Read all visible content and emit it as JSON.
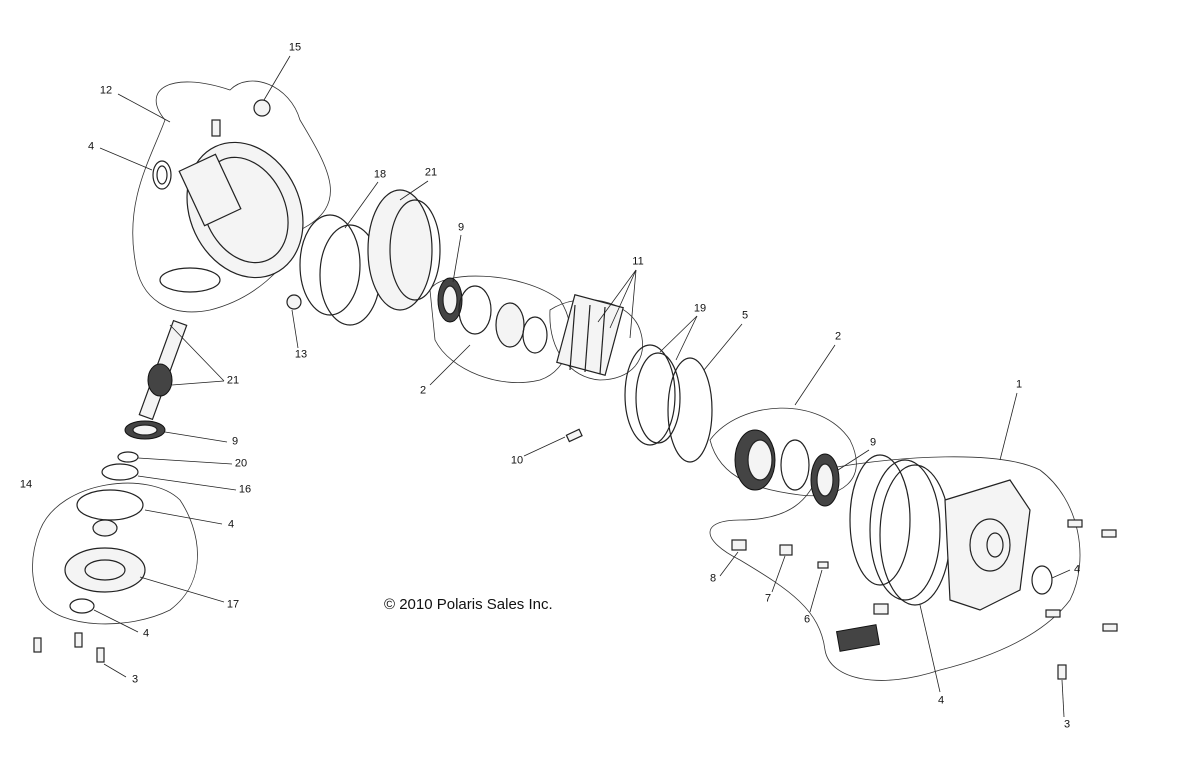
{
  "copyright": "© 2010 Polaris Sales Inc.",
  "callouts": [
    "15",
    "12",
    "4",
    "18",
    "21",
    "9",
    "11",
    "19",
    "5",
    "2",
    "13",
    "21",
    "2",
    "1",
    "9",
    "20",
    "10",
    "9",
    "16",
    "14",
    "4",
    "4",
    "8",
    "7",
    "6",
    "17",
    "4",
    "3",
    "4",
    "3"
  ]
}
